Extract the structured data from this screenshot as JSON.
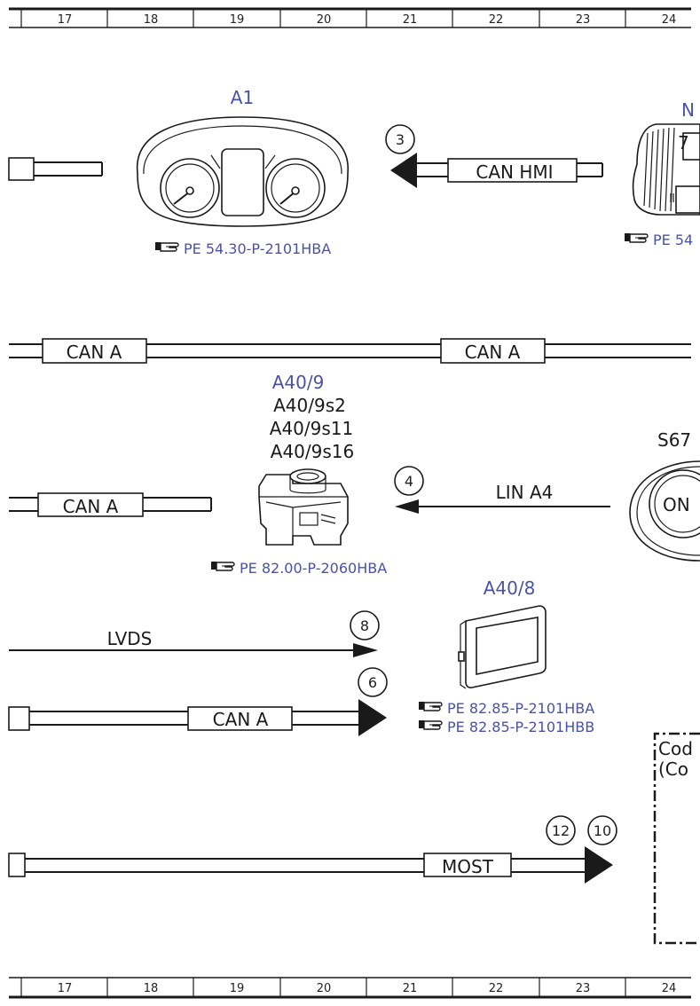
{
  "ruler": {
    "columns": [
      "17",
      "18",
      "19",
      "20",
      "21",
      "22",
      "23",
      "24"
    ]
  },
  "components": {
    "a1": {
      "label": "A1",
      "ref": "PE 54.30-P-2101HBA"
    },
    "n_partial": {
      "label": "N",
      "ref": "PE 54",
      "glyph": "7"
    },
    "a40_9": {
      "label": "A40/9",
      "sub1": "A40/9s2",
      "sub2": "A40/9s11",
      "sub3": "A40/9s16",
      "ref": "PE 82.00-P-2060HBA"
    },
    "s67_partial": {
      "label": "S67",
      "button": "ON"
    },
    "a40_8": {
      "label": "A40/8",
      "ref1": "PE 82.85-P-2101HBA",
      "ref2": "PE 82.85-P-2101HBB"
    },
    "code_box": {
      "line1": "Cod",
      "line2": "(Co"
    }
  },
  "buses": {
    "can_hmi": "CAN HMI",
    "can_a_top_left": "CAN A",
    "can_a_top_right": "CAN A",
    "can_a_mid": "CAN A",
    "lin_a4": "LIN A4",
    "lvds": "LVDS",
    "can_a_low": "CAN A",
    "most": "MOST"
  },
  "markers": {
    "m3": "3",
    "m4": "4",
    "m8": "8",
    "m6": "6",
    "m12": "12",
    "m10": "10"
  },
  "icons": {
    "reference": "pointing-hand-icon"
  }
}
